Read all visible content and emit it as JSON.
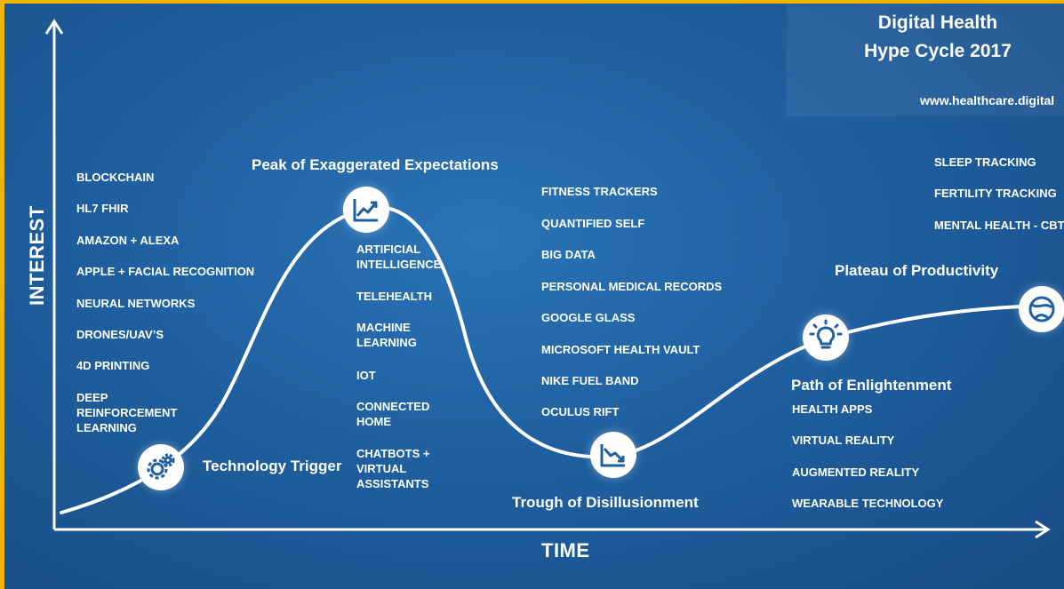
{
  "title": {
    "line1": "Digital Health",
    "line2": "Hype Cycle 2017",
    "url": "www.healthcare.digital"
  },
  "axes": {
    "y_label": "INTEREST",
    "x_label": "TIME"
  },
  "phases": {
    "technology_trigger": "Technology Trigger",
    "peak": "Peak of Exaggerated Expectations",
    "trough": "Trough of Disillusionment",
    "enlightenment": "Path of Enlightenment",
    "plateau": "Plateau of Productivity"
  },
  "trigger_items": [
    "BLOCKCHAIN",
    "HL7 FHIR",
    "AMAZON + ALEXA",
    "APPLE + FACIAL RECOGNITION",
    "NEURAL NETWORKS",
    "DRONES/UAV’S",
    "4D PRINTING",
    "DEEP\nREINFORCEMENT\nLEARNING"
  ],
  "peak_items": [
    "ARTIFICIAL\nINTELLIGENCE",
    "TELEHEALTH",
    "MACHINE\nLEARNING",
    "IOT",
    "CONNECTED\nHOME",
    "CHATBOTS +\nVIRTUAL\nASSISTANTS"
  ],
  "trough_items": [
    "FITNESS TRACKERS",
    "QUANTIFIED SELF",
    "BIG DATA",
    "PERSONAL MEDICAL RECORDS",
    "GOOGLE GLASS",
    "MICROSOFT HEALTH VAULT",
    "NIKE FUEL BAND",
    "OCULUS RIFT"
  ],
  "enlightenment_items": [
    "HEALTH APPS",
    "VIRTUAL REALITY",
    "AUGMENTED REALITY",
    "WEARABLE TECHNOLOGY"
  ],
  "plateau_items": [
    "SLEEP TRACKING",
    "FERTILITY TRACKING",
    "MENTAL HEALTH - CBT"
  ],
  "icons": {
    "trigger": "gears-icon",
    "peak": "rising-chart-icon",
    "trough": "falling-chart-icon",
    "enlightenment": "lightbulb-icon",
    "plateau": "globe-icon"
  },
  "colors": {
    "frame": "#f2b400",
    "background": "#1f5f9f",
    "curve": "#ffffff",
    "icon_ink": "#1f5f9f"
  }
}
